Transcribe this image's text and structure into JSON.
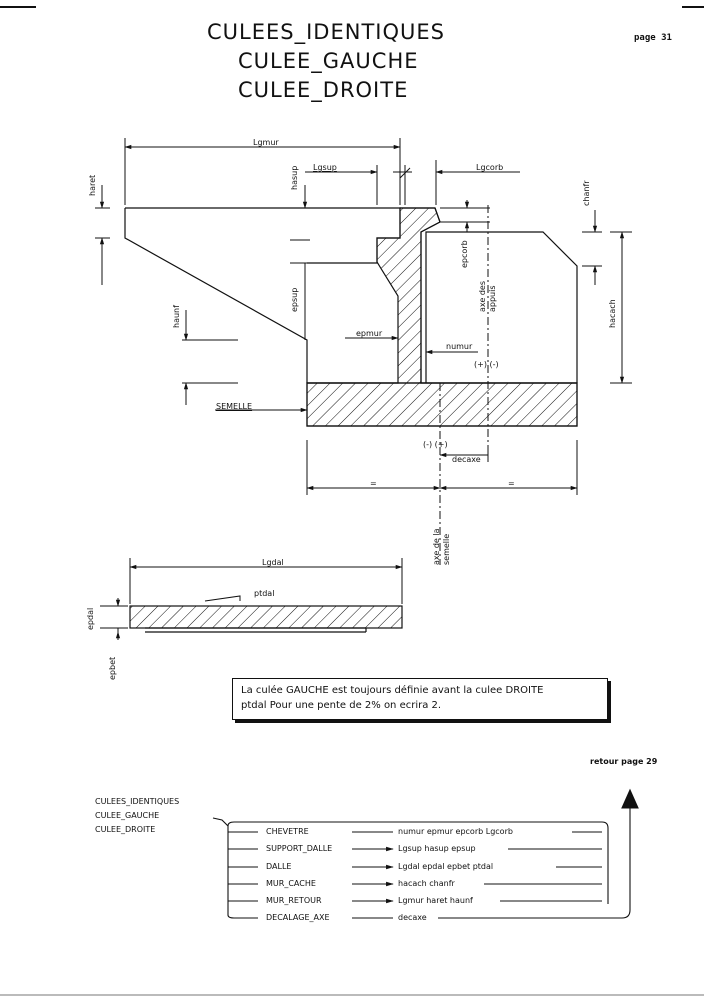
{
  "header": {
    "titles": [
      "CULEES_IDENTIQUES",
      "CULEE_GAUCHE",
      "CULEE_DROITE"
    ],
    "page": "page  31"
  },
  "abutment_drawing": {
    "Lgmur": "Lgmur",
    "Lgsup": "Lgsup",
    "Lgcorb": "Lgcorb",
    "haret": "haret",
    "hasup": "hasup",
    "chanfr": "chanfr",
    "epcorb": "epcorb",
    "axe_appui": "axe des appuis",
    "episup": "epsup",
    "hacach": "hacach",
    "haunf": "haunf",
    "epmur": "epmur",
    "numur": "numur",
    "signs_top": "(+) (-)",
    "semelle": "SEMELLE",
    "signs_bottom": "(-)  (+)",
    "decaxe": "decaxe",
    "equal_left": "=",
    "equal_right": "=",
    "axe_semelle": "axe de la semelle"
  },
  "slab_drawing": {
    "Lgdal": "Lgdal",
    "ptdal": "ptdal",
    "epdal": "epdal",
    "epbet": "epbet"
  },
  "note": {
    "line1": "La culée GAUCHE est toujours définie avant la culee DROITE",
    "line2": "ptdal  Pour une pente de 2% on ecrira 2."
  },
  "retour": "retour page 29",
  "tree": {
    "root_labels": [
      "CULEES_IDENTIQUES",
      "CULEE_GAUCHE",
      "CULEE_DROITE"
    ],
    "rows": [
      {
        "name": "CHEVETRE",
        "params": "numur   epmur   epcorb   Lgcorb"
      },
      {
        "name": "SUPPORT_DALLE",
        "params": "Lgsup   hasup   epsup"
      },
      {
        "name": "DALLE",
        "params": "Lgdal   epdal   epbet   ptdal"
      },
      {
        "name": "MUR_CACHE",
        "params": "hacach   chanfr"
      },
      {
        "name": "MUR_RETOUR",
        "params": "Lgmur   haret   haunf"
      },
      {
        "name": "DECALAGE_AXE",
        "params": "decaxe"
      }
    ]
  }
}
